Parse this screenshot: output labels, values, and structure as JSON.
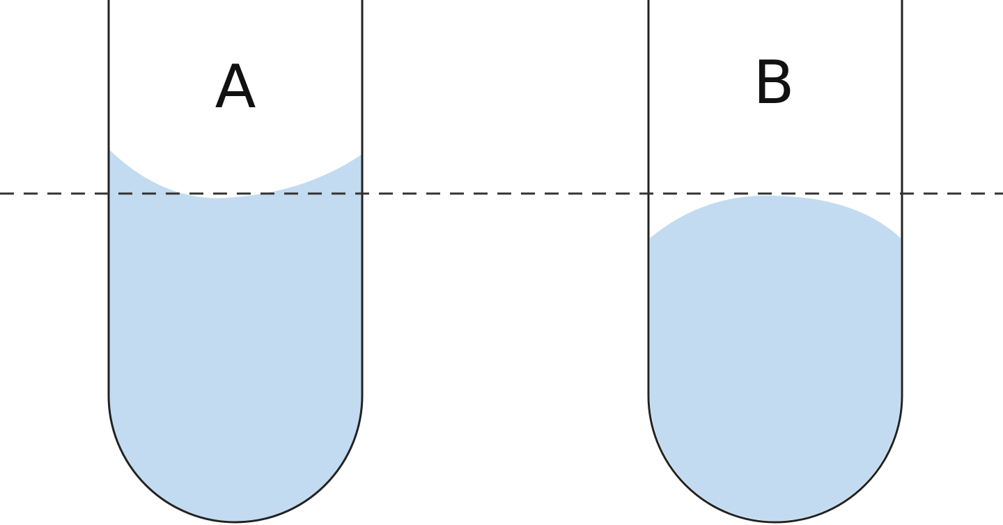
{
  "colors": {
    "background": "#ffffff",
    "liquid": "#c2dbf0",
    "tube_outline": "#222222",
    "reference_line": "#333333",
    "label": "#111111"
  },
  "tubes": [
    {
      "label": "A",
      "meniscus": "concave"
    },
    {
      "label": "B",
      "meniscus": "convex"
    }
  ]
}
